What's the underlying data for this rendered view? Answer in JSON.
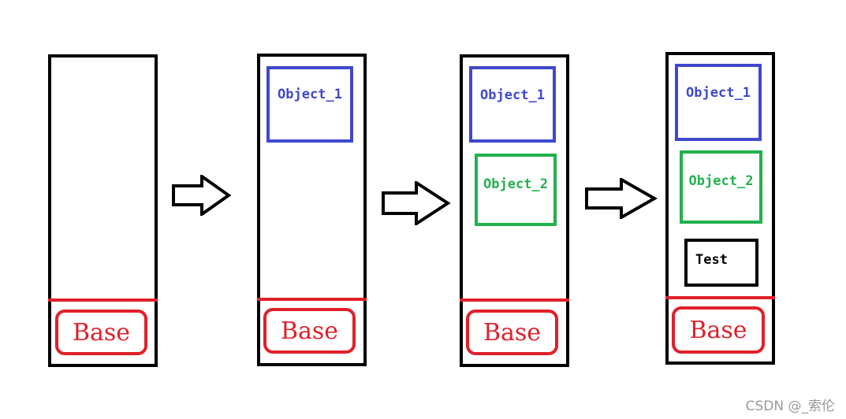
{
  "stages": [
    {
      "base_label": "Base",
      "objects": []
    },
    {
      "base_label": "Base",
      "objects": [
        "Object_1"
      ]
    },
    {
      "base_label": "Base",
      "objects": [
        "Object_1",
        "Object_2"
      ]
    },
    {
      "base_label": "Base",
      "objects": [
        "Object_1",
        "Object_2",
        "Test"
      ]
    }
  ],
  "colors": {
    "object_1": "#3f48cc",
    "object_2": "#22b14c",
    "base": "#e0202a",
    "test": "#000000"
  },
  "watermark": "CSDN @_索伦"
}
